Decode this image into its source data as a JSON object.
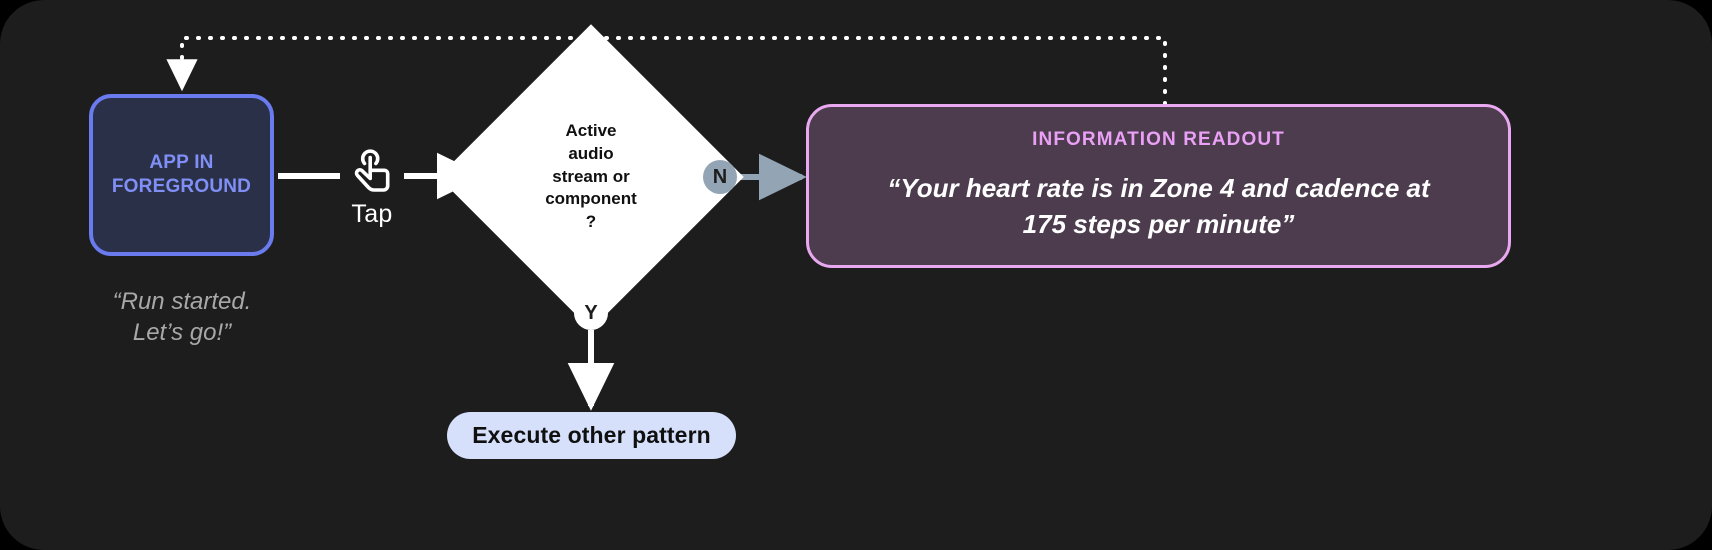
{
  "canvas": {
    "background": "#1d1d1d",
    "outer_background": "#000000"
  },
  "nodes": {
    "app": {
      "line1": "APP IN",
      "line2": "FOREGROUND",
      "text_color": "#7f8ff5",
      "fill": "#2b3049",
      "border_color": "#6a7bf0"
    },
    "app_caption": {
      "line1": "“Run started.",
      "line2": "Let’s go!”",
      "color": "#a8a8a8"
    },
    "tap": {
      "icon": "tap-gesture-icon",
      "label": "Tap"
    },
    "decision": {
      "line1": "Active",
      "line2": "audio",
      "line3": "stream or",
      "line4": "component",
      "line5": "?",
      "fill": "#ffffff",
      "text_color": "#101010"
    },
    "branch_no": {
      "label": "N",
      "fill": "#93a5b5",
      "text_color": "#1d1d1d"
    },
    "branch_yes": {
      "label": "Y",
      "fill": "#ffffff",
      "text_color": "#1d1d1d"
    },
    "readout": {
      "title": "INFORMATION READOUT",
      "body_line1": "“Your heart rate is in Zone 4 and cadence at",
      "body_line2": "175 steps per minute”",
      "title_color": "#e9a0f5",
      "fill": "#4c3c4e",
      "border_color": "#e9a9f0",
      "body_color": "#ffffff"
    },
    "execute": {
      "label": "Execute other pattern",
      "fill": "#d6e0fb",
      "text_color": "#101010"
    }
  },
  "connectors": {
    "app_to_diamond": {
      "style": "solid",
      "color": "#ffffff"
    },
    "diamond_to_readout": {
      "style": "solid",
      "color": "#93a5b5"
    },
    "diamond_to_execute": {
      "style": "solid",
      "color": "#ffffff"
    },
    "readout_to_app_feedback": {
      "style": "dotted",
      "color": "#ffffff"
    }
  }
}
